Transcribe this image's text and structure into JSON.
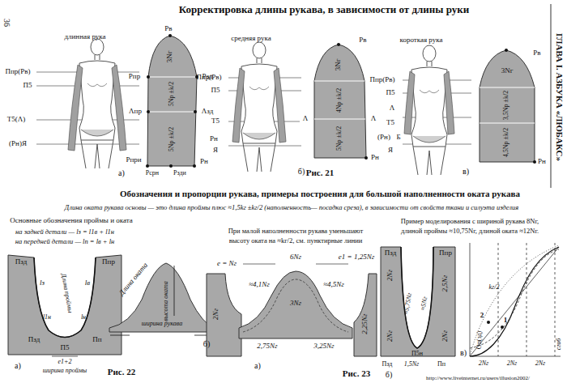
{
  "diagram": {
    "title": "Корректировка длины рукава, в зависимости от длины руки",
    "labels": [
      "36",
      "ГЛАВА I. АЗБУКА «ЛЮБАКС»",
      "длинная рука",
      "Ппр(Рв)",
      "П5",
      "Т5(Λ)",
      "(Рн)Я",
      "Рв",
      "Рпр",
      "Рзд",
      "3Nг",
      "5Nр ±k/2",
      "Λпр",
      "Λзд",
      "5Nр ±k/2",
      "Рпри",
      "Рсрн",
      "Рзди",
      "Рн",
      "а)",
      "средняя рука",
      "Ппр(Рв)",
      "П5",
      "Т5",
      "Рн",
      "Я",
      "Λ",
      "Рв",
      "3Nг",
      "4Nр ±k/2",
      "Λ",
      "5Nр ±k/2",
      "Рн",
      "б)",
      "короткая рука",
      "Ппр(Рв)",
      "П5",
      "Λ",
      "Т5",
      "(Рн)",
      "Б",
      "Я",
      "3Nг",
      "3,5Nр ±k/2",
      "4,5Nр ±k/2",
      "Рв",
      "Рн",
      "в)",
      "Рис. 21",
      "Обозначения и пропорции рукава, примеры построения для большой наполненности оката рукава",
      "Длина оката рукава основы — это длина проймы плюс ≈1,5kг ±kг/2 (наполненность— посадка среза), в зависимости от свойств ткани и силуэта изделия",
      "Основные обозначения проймы и оката",
      "на задней детали — lз = l1в + l1н",
      "на передней детали — lп = lв + lн",
      "Пзд",
      "Ппр",
      "lз",
      "Длина проймы",
      "lв",
      "l1н",
      "lн",
      "Пзд",
      "П5",
      "Пп",
      "е1+2",
      "ширина проймы",
      "а)",
      "Длина оката",
      "высота оката",
      "ширина рукава",
      "б)",
      "Рис. 22",
      "При малой наполненности рукава уменьшают",
      "высоту оката на ≈kг/2, см. пунктирные линии",
      "е = Nг",
      "6Nг",
      "е1 = 1,25Nг",
      "≈4,1Nг",
      "≈4,5Nг",
      "3Nг",
      "2Nг",
      "2,25Nг",
      "2,75Nг",
      "3,25Nг",
      "а)",
      "Пример моделирования с шириной рукава 8Nг,",
      "длиной проймы ≈10,75Nг, длиной оката ≈12Nг.",
      "Пзд",
      "Ппр",
      "2Nг",
      "2,5Nг",
      "≈5,75Nг",
      "≈5Nг",
      "П5н",
      "2Nг",
      "2Nг",
      "Рис. 23",
      "Пзд",
      "1,5Nг",
      "Пп",
      "б)",
      "kг/2",
      "2",
      "1",
      "Оп(зд)",
      "2Nг",
      "2Nг",
      "2Nг",
      "в)",
      "сгиб",
      "http://www.liveinternet.ru/users/illusion2002/"
    ]
  }
}
